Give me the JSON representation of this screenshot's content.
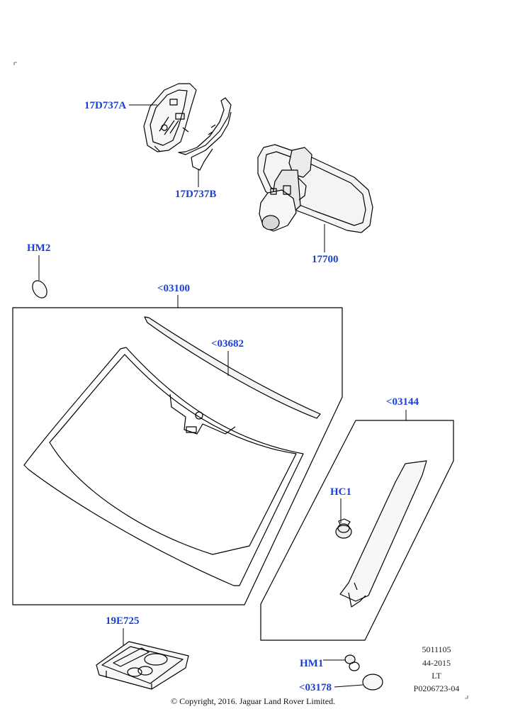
{
  "parts": {
    "p17d737a": "17D737A",
    "p17d737b": "17D737B",
    "p17700": "17700",
    "hm2": "HM2",
    "p03100": "<03100",
    "p03682": "<03682",
    "p03144": "<03144",
    "hc1": "HC1",
    "p19e725": "19E725",
    "hm1": "HM1",
    "p03178": "<03178"
  },
  "meta": {
    "line1": "5011105",
    "line2": "44-2015",
    "line3": "LT",
    "line4": "P0206723-04"
  },
  "copyright": "© Copyright, 2016. Jaguar Land Rover Limited.",
  "colors": {
    "label": "#1a3fd6",
    "line": "#000000"
  }
}
